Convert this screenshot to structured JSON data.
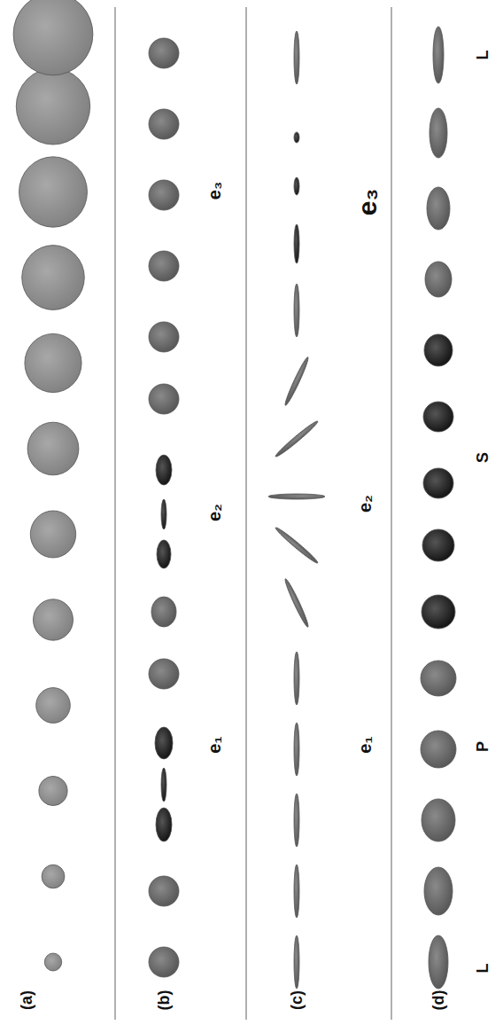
{
  "diagram": {
    "labels": [
      "(a)",
      "(b)",
      "(c)",
      "(d)",
      "e₁",
      "e₂",
      "e₃",
      "e₁",
      "e₂",
      "e₃",
      "L",
      "P",
      "S",
      "L"
    ]
  }
}
